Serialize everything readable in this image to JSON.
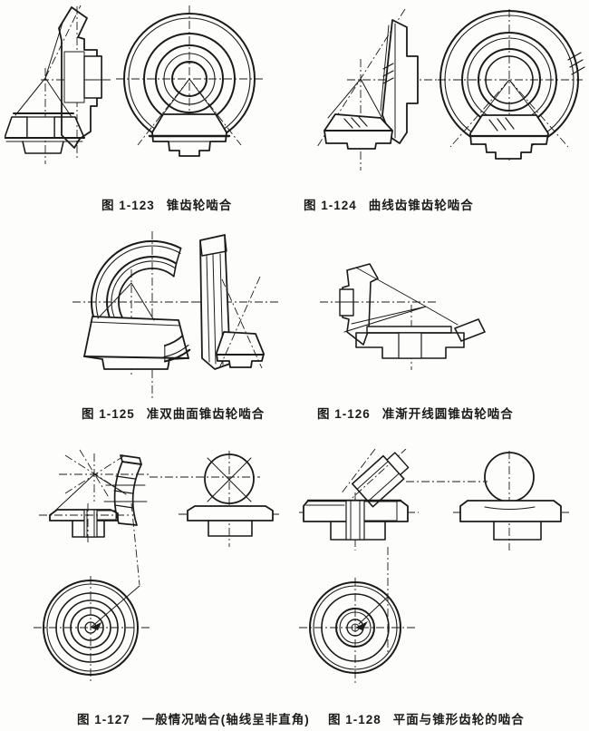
{
  "page": {
    "type": "scanned textbook page of bevel-gear meshing drawings",
    "paper_color": "#fdfdfb",
    "ink_color": "#1b1b1b"
  },
  "figures": [
    {
      "label": "图 1-123",
      "title": "锥齿轮啮合"
    },
    {
      "label": "图 1-124",
      "title": "曲线齿锥齿轮啮合"
    },
    {
      "label": "图 1-125",
      "title": "准双曲面锥齿轮啮合"
    },
    {
      "label": "图 1-126",
      "title": "准渐开线圆锥齿轮啮合"
    },
    {
      "label": "图 1-127",
      "title": "一般情况啮合(轴线呈非直角)"
    },
    {
      "label": "图 1-128",
      "title": "平面与锥形齿轮的啮合"
    }
  ]
}
